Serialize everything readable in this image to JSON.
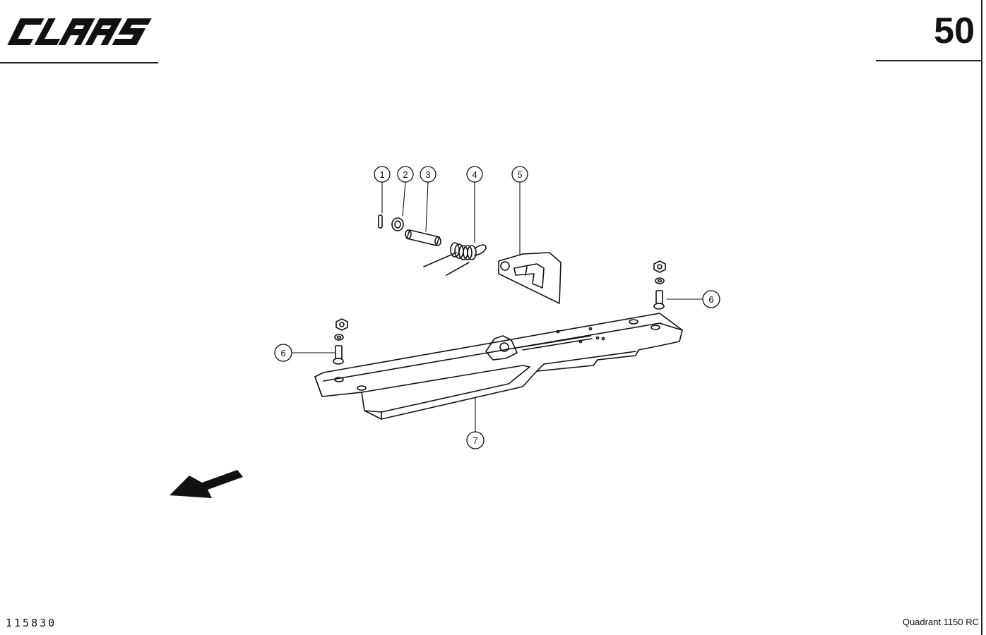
{
  "header": {
    "brand": "CLAAS",
    "page_number": "50"
  },
  "footer": {
    "drawing_id": "115830",
    "model": "Quadrant 1150 RC"
  },
  "callouts": [
    {
      "label": "1",
      "part": "pin"
    },
    {
      "label": "2",
      "part": "washer"
    },
    {
      "label": "3",
      "part": "bolt"
    },
    {
      "label": "4",
      "part": "spring"
    },
    {
      "label": "5",
      "part": "bracket-plate"
    },
    {
      "label": "6",
      "part": "screw"
    },
    {
      "label": "6",
      "part": "screw"
    },
    {
      "label": "7",
      "part": "guide-rail"
    }
  ],
  "icons": {
    "direction": "arrow-down-left-icon"
  }
}
